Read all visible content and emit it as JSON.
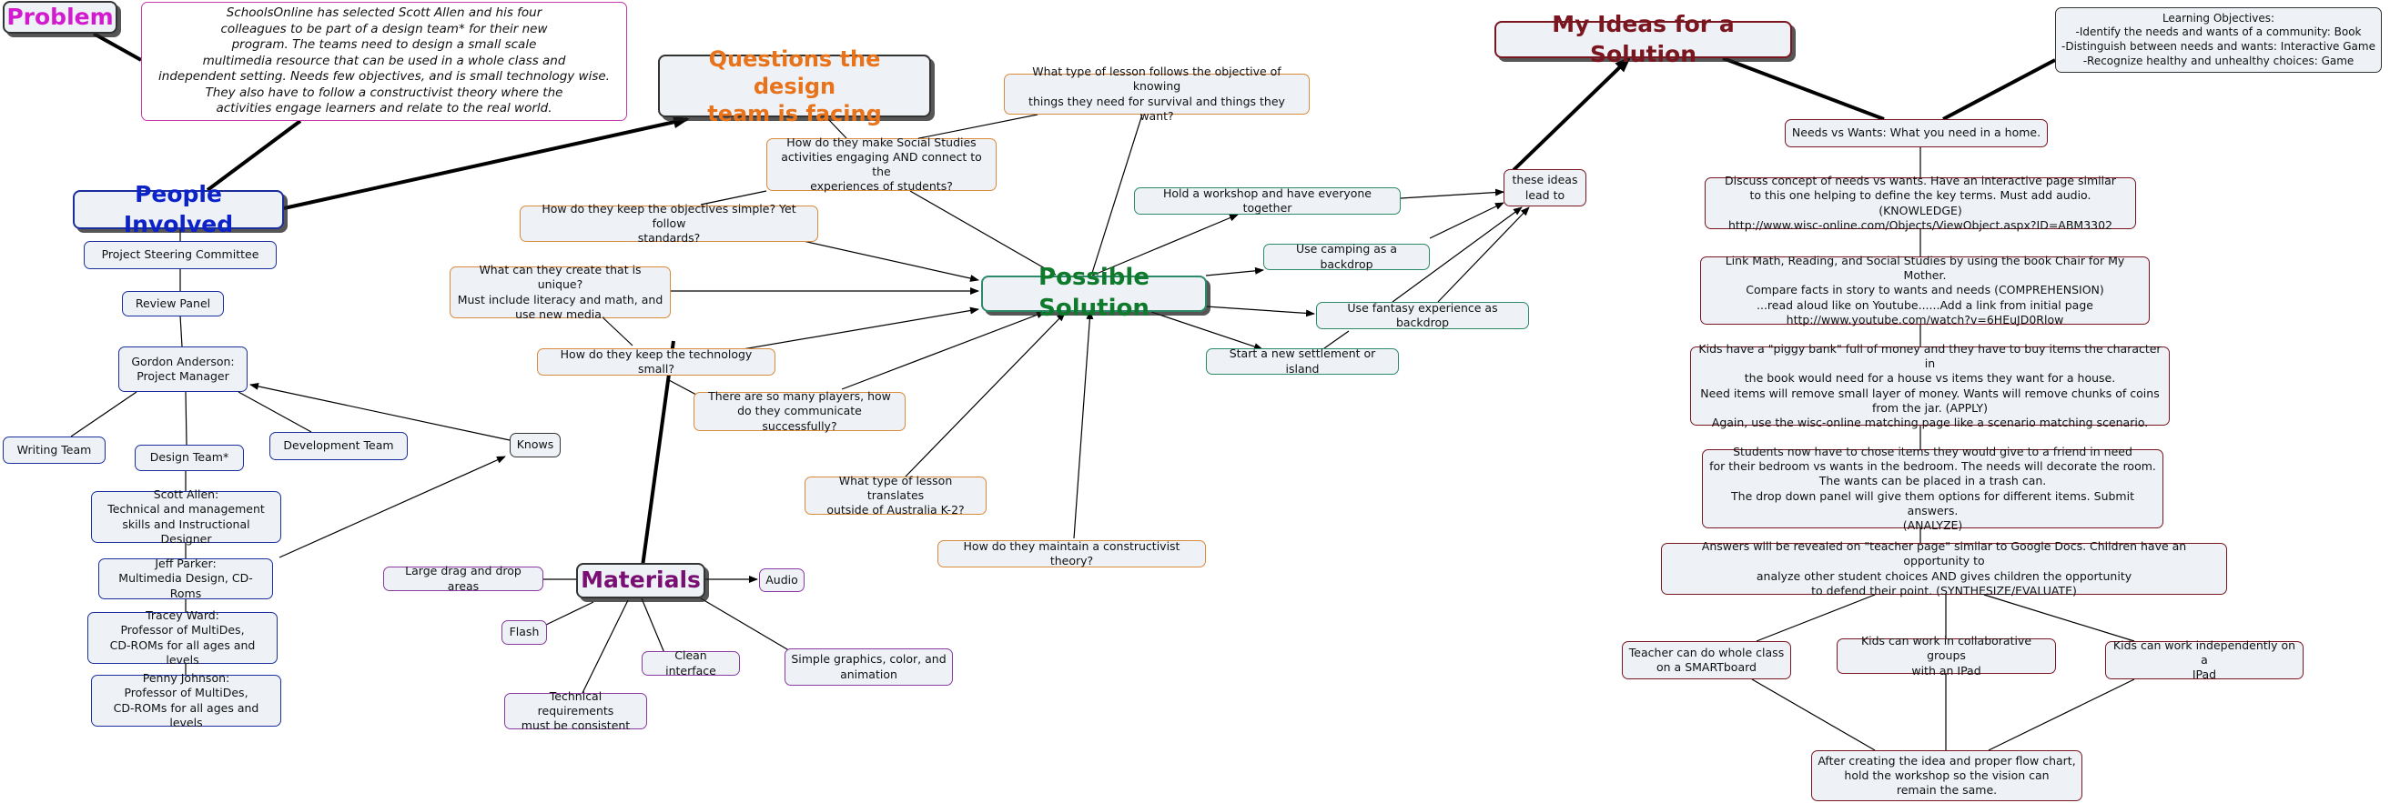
{
  "nodes": {
    "problem": "Problem",
    "problem_desc": "SchoolsOnline has selected Scott Allen and his four\ncolleagues to be part of a design team* for their new\nprogram.  The teams need to design a small scale\nmultimedia resource that can be used in a whole class and\nindependent setting. Needs few objectives, and is small technology wise.\nThey also have to follow a constructivist theory where the\nactivities engage learners and relate to the real world.",
    "people_involved": "People Involved",
    "steering": "Project Steering Committee",
    "review_panel": "Review Panel",
    "gordon": "Gordon Anderson:\nProject Manager",
    "writing_team": "Writing Team",
    "design_team": "Design Team*",
    "development_team": "Development Team",
    "knows": "Knows",
    "scott": "Scott Allen:\nTechnical and management\nskills and Instructional Designer",
    "jeff": "Jeff Parker:\nMultimedia Design, CD-Roms",
    "tracey": "Tracey Ward:\nProfessor of MultiDes,\nCD-ROMs for all ages and levels",
    "penny": "Penny Johnson:\nProfessor of MultiDes,\nCD-ROMs for all ages and levels",
    "questions": "Questions the design\nteam is facing",
    "q_lesson_type": "What type of lesson follows the objective of knowing\nthings they need for survival and things they want?",
    "q_engaging": "How do they make Social Studies\nactivities engaging AND connect to the\nexperiences of students?",
    "q_objectives": "How do they keep the objectives simple? Yet follow\nstandards?",
    "q_unique": "What can they create that is unique?\nMust include literacy and math, and\nuse new media.",
    "q_technology": "How do they keep the technology small?",
    "q_players": "There are so many players, how\ndo they communicate successfully?",
    "q_australia": "What type of lesson translates\noutside of Australia K-2?",
    "q_constructivist": "How do they maintain a constructivist theory?",
    "possible_solution": "Possible Solution",
    "s_workshop": "Hold a workshop and have everyone together",
    "s_camping": "Use camping as a backdrop",
    "s_fantasy": "Use fantasy experience as backdrop",
    "s_settlement": "Start a new settlement or island",
    "these_ideas": "these ideas\nlead to",
    "my_ideas": "My Ideas for a Solution",
    "objectives": "Learning Objectives:\n-Identify the needs and wants of a community: Book\n-Distinguish between needs and wants: Interactive Game\n-Recognize healthy and unhealthy choices: Game",
    "needs_wants": "Needs vs Wants: What you need in a home.",
    "discuss": "Discuss concept of needs vs wants. Have an interactive page similar\nto this one helping to define the key terms. Must add audio. (KNOWLEDGE)\nhttp://www.wisc-online.com/Objects/ViewObject.aspx?ID=ABM3302",
    "link_math": "Link Math, Reading, and Social Studies by using the book Chair for My Mother.\nCompare facts in story to wants and needs (COMPREHENSION)\n...read aloud like on Youtube......Add a link from initial page\nhttp://www.youtube.com/watch?v=6HEuJD0Rlow",
    "piggy": "Kids have a \"piggy bank\" full of money and they have to buy items the character in\nthe book would need for a house vs items they want for a house.\nNeed items will remove small layer of money.  Wants will remove chunks of coins\nfrom the jar. (APPLY)\nAgain, use the wisc-online matching page like a scenario matching scenario.",
    "students": "Students now have to chose items they would give to a friend in need\nfor their bedroom vs wants in the bedroom.  The needs will decorate the room.\nThe wants can be placed in a trash can.\nThe drop down panel will give them options for different items. Submit answers.\n(ANALYZE)",
    "answers": "Answers will be revealed on \"teacher page\" similar to Google Docs.  Children have an opportunity to\nanalyze other student choices AND gives children the opportunity\nto defend their point. (SYNTHESIZE/EVALUATE)",
    "teacher": "Teacher can do whole class\non a SMARTboard",
    "collab": "Kids can work in collaborative groups\nwith an IPad",
    "independent": "Kids can work independently on a\nIPad",
    "after": "After creating the idea and proper flow chart,\nhold the workshop so the vision can\nremain the same.",
    "materials": "Materials",
    "m_drag": "Large drag and drop areas",
    "m_audio": "Audio",
    "m_flash": "Flash",
    "m_clean": "Clean interface",
    "m_graphics": "Simple graphics, color, and\nanimation",
    "m_technical": "Technical requirements\nmust be consistent"
  }
}
